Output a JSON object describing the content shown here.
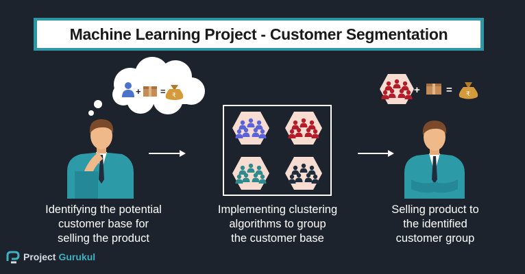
{
  "title": "Machine Learning Project - Customer Segmentation",
  "steps": [
    {
      "caption_lines": [
        "Identifying the potential",
        "customer base for",
        "selling the product"
      ]
    },
    {
      "caption_lines": [
        "Implementing clustering",
        "algorithms to group",
        "the customer base"
      ]
    },
    {
      "caption_lines": [
        "Selling product to",
        "the identified",
        "customer group"
      ]
    }
  ],
  "equation": {
    "plus": "+",
    "equals": "=",
    "currency_symbol": "₹"
  },
  "clusters": [
    {
      "color": "#5b64d6"
    },
    {
      "color": "#b31d2a"
    },
    {
      "color": "#2e8a8c"
    },
    {
      "color": "#1f2d3d"
    }
  ],
  "colors": {
    "background": "#1c232d",
    "banner": "#2f96a6",
    "hexagon": "#f7dcd2",
    "box": "#c58c58",
    "moneybag": "#d49a3b",
    "person_suit": "#2d9aa8",
    "hair": "#7a4a2a",
    "skin": "#f0b98a"
  },
  "watermark": {
    "part1": "Project",
    "part2": "Gurukul"
  }
}
